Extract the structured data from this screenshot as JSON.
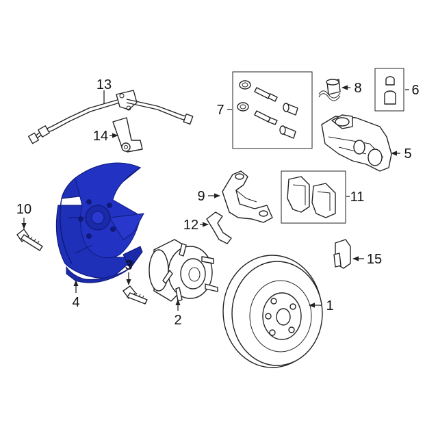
{
  "colors": {
    "line": "#222222",
    "highlight": "#1e2fb8",
    "highlight_dark": "#0f1a7a"
  },
  "callouts": {
    "c1": "1",
    "c2": "2",
    "c3": "3",
    "c4": "4",
    "c5": "5",
    "c6": "6",
    "c7": "7",
    "c8": "8",
    "c9": "9",
    "c10": "10",
    "c11": "11",
    "c12": "12",
    "c13": "13",
    "c14": "14",
    "c15": "15"
  }
}
